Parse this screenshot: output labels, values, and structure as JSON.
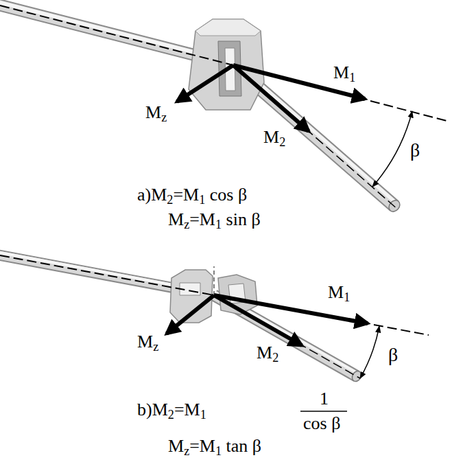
{
  "diagram": {
    "labels": [
      "M1",
      "Mz",
      "M2",
      "β",
      "a)M2=M1 cos β",
      "Mz=M1 sin β",
      "M1",
      "Mz",
      "M2",
      "β",
      "b)M2=M1",
      "1",
      "cos β",
      "Mz=M1 tan β"
    ]
  }
}
